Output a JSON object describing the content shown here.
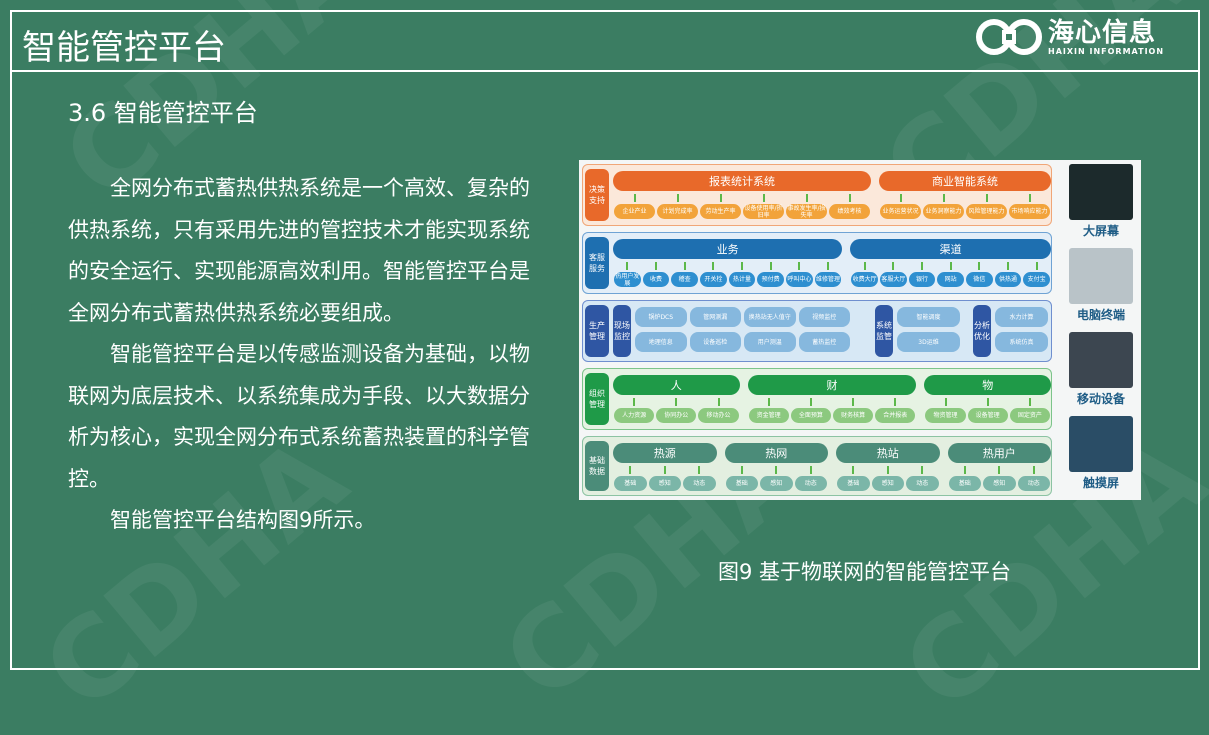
{
  "header": {
    "title": "智能管控平台",
    "logo": {
      "cn": "海心信息",
      "en": "HAIXIN INFORMATION"
    }
  },
  "watermark": "CDHA",
  "section_title": "3.6  智能管控平台",
  "paragraphs": [
    "全网分布式蓄热供热系统是一个高效、复杂的供热系统，只有采用先进的管控技术才能实现系统的安全运行、实现能源高效利用。智能管控平台是全网分布式蓄热供热系统必要组成。",
    "智能管控平台是以传感监测设备为基础，以物联网为底层技术、以系统集成为手段、以大数据分析为核心，实现全网分布式系统蓄热装置的科学管控。",
    "智能管控平台结构图9所示。"
  ],
  "figure": {
    "caption": "图9  基于物联网的智能管控平台",
    "layers": {
      "decision": {
        "label": "决策支持",
        "groups": [
          {
            "title": "报表统计系统",
            "items": [
              "企业产业",
              "计划完成率",
              "劳动生产率",
              "设备使用率/折旧率",
              "事故发生率/损失率",
              "绩效考核"
            ]
          },
          {
            "title": "商业智能系统",
            "items": [
              "业务运营状况",
              "业务洞察能力",
              "风险管理能力",
              "市场响应能力"
            ]
          }
        ]
      },
      "service": {
        "label": "客服服务",
        "groups": [
          {
            "title": "业务",
            "items": [
              "热用户发展",
              "收费",
              "稽查",
              "开关栓",
              "热计量",
              "预付费",
              "呼叫中心",
              "维修管理"
            ]
          },
          {
            "title": "渠道",
            "items": [
              "收费大厅",
              "客服大厅",
              "银行",
              "网站",
              "微信",
              "供热通",
              "支付宝"
            ]
          }
        ]
      },
      "production": {
        "label": "生产管理",
        "groups": [
          {
            "title": "现场监控",
            "items": [
              "锅炉DCS",
              "管网测漏",
              "换热站无人值守",
              "视频监控",
              "地理信息",
              "设备巡检",
              "用户测温",
              "蓄热监控"
            ]
          },
          {
            "title": "系统监管",
            "items": [
              "智能调度",
              "3D运维"
            ]
          },
          {
            "title": "分析优化",
            "items": [
              "水力计算",
              "系统仿真"
            ]
          }
        ]
      },
      "organization": {
        "label": "组织管理",
        "groups": [
          {
            "title": "人",
            "items": [
              "人力资源",
              "协同办公",
              "移动办公"
            ]
          },
          {
            "title": "财",
            "items": [
              "资金管理",
              "全面预算",
              "财务核算",
              "合并报表"
            ]
          },
          {
            "title": "物",
            "items": [
              "物资管理",
              "设备管理",
              "固定资产"
            ]
          }
        ]
      },
      "base": {
        "label": "基础数据",
        "groups": [
          {
            "title": "热源",
            "items": [
              "基础",
              "感知",
              "动态"
            ]
          },
          {
            "title": "热网",
            "items": [
              "基础",
              "感知",
              "动态"
            ]
          },
          {
            "title": "热站",
            "items": [
              "基础",
              "感知",
              "动态"
            ]
          },
          {
            "title": "热用户",
            "items": [
              "基础",
              "感知",
              "动态"
            ]
          }
        ]
      }
    },
    "devices": [
      "大屏幕",
      "电脑终端",
      "移动设备",
      "触摸屏"
    ]
  }
}
